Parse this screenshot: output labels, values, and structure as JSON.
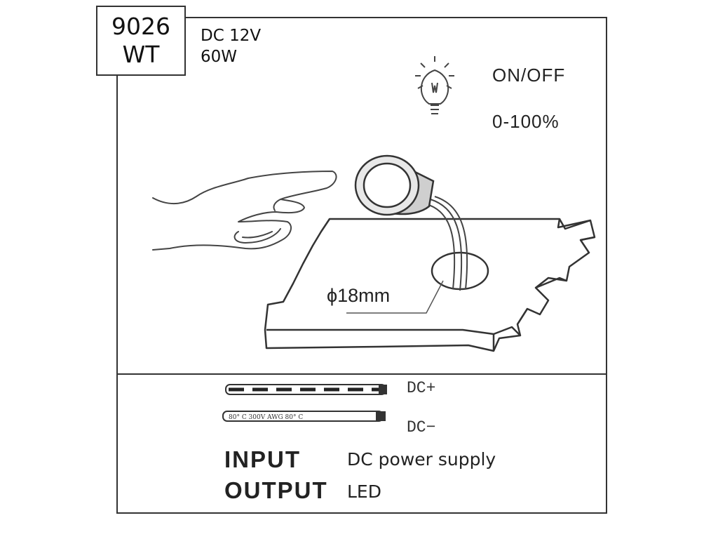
{
  "model": {
    "line1": "9026",
    "line2": "WT"
  },
  "specs": {
    "voltage": "DC 12V",
    "power": "60W"
  },
  "modes": {
    "switch": "ON/OFF",
    "dimming": "0-100%"
  },
  "hole": {
    "diameter_label": "ϕ18mm"
  },
  "wires": {
    "positive_label": "DC+",
    "negative_label": "DC−",
    "cable_print": "80° C  300V  AWG     80° C"
  },
  "io": {
    "input_key": "INPUT",
    "input_value": "DC power supply",
    "output_key": "OUTPUT",
    "output_value": "LED"
  },
  "icons": [
    "light-bulb-icon",
    "hand-illustration",
    "touch-sensor-illustration",
    "cable-positive",
    "cable-negative"
  ]
}
